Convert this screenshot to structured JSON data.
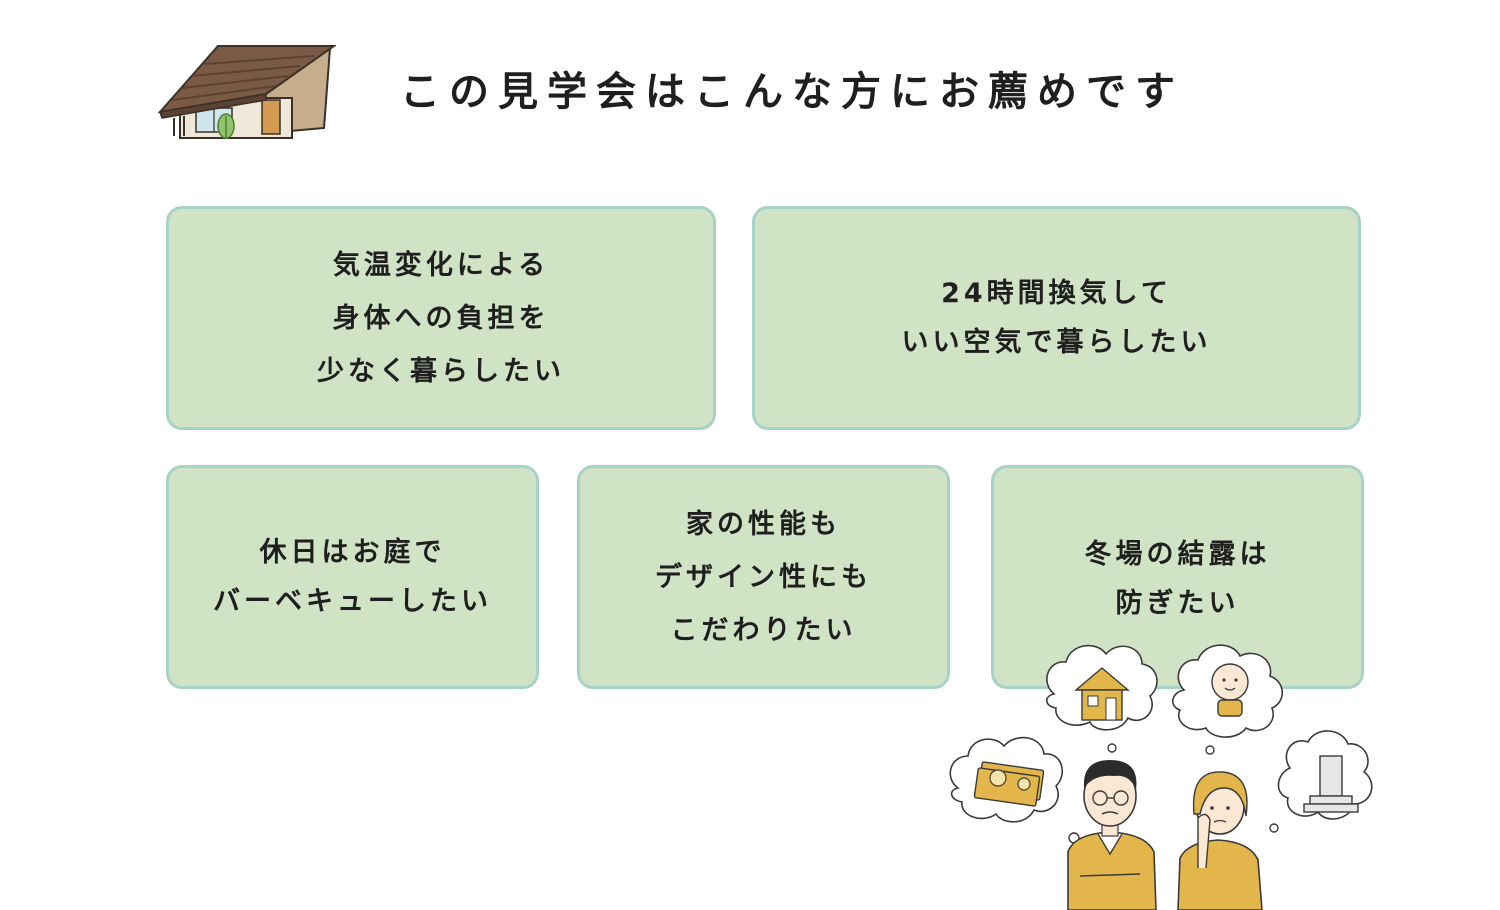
{
  "header": {
    "title": "この見学会はこんな方にお薦めです",
    "house_icon": "house-illustration"
  },
  "cards": [
    {
      "lines": [
        "気温変化による",
        "身体への負担を",
        "少なく暮らしたい"
      ]
    },
    {
      "lines": [
        "24時間換気して",
        "いい空気で暮らしたい"
      ]
    },
    {
      "lines": [
        "休日はお庭で",
        "バーベキューしたい"
      ]
    },
    {
      "lines": [
        "家の性能も",
        "デザイン性にも",
        "こだわりたい"
      ]
    },
    {
      "lines": [
        "冬場の結露は",
        "防ぎたい"
      ]
    }
  ],
  "illustration": {
    "name": "worried-couple-illustration",
    "thought_bubbles": [
      "money-icon",
      "house-icon",
      "baby-icon",
      "grave-icon"
    ]
  },
  "colors": {
    "card_fill": "#d1e3c5",
    "card_border": "#a7d2c6",
    "accent_mustard": "#e3b64b",
    "roof_brown": "#7a5a45"
  }
}
